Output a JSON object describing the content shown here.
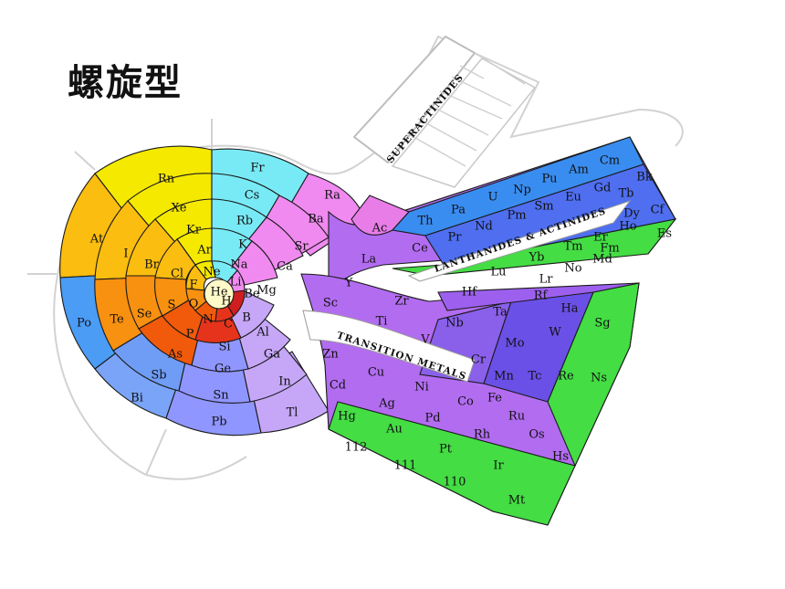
{
  "title": "螺旋型",
  "colors": {
    "noble_gas": "#f5e900",
    "halogen": "#fbbd0f",
    "chalcogen": "#f89010",
    "pnictogen": "#f05a0a",
    "carbon_group": "#e6341c",
    "boron_group": "#d01e1e",
    "alkali": "#78eaf5",
    "alkaline_earth": "#f08af0",
    "transition": "#b26cf0",
    "transition_dark": "#6a50e6",
    "lanthanide": "#5a8df0",
    "actinide": "#3aa0e8",
    "superheavy": "#44dd44",
    "post_transition": "#8fa8ff",
    "metalloid_blue": "#4a9cf5"
  },
  "bands": {
    "superactinides": "SUPERACTINIDES",
    "lanthanides_actinides": "LANTHANIDES & ACTINIDES",
    "transition_metals": "TRANSITION METALS"
  },
  "elements": {
    "center": [
      "H",
      "He",
      "Li",
      "Be",
      "B",
      "C",
      "N",
      "O",
      "F",
      "Ne"
    ],
    "ring2": [
      "Na",
      "Mg",
      "Al",
      "Si",
      "P",
      "S",
      "Cl",
      "Ar"
    ],
    "ring3": [
      "K",
      "Ca",
      "Ga",
      "Ge",
      "As",
      "Se",
      "Br",
      "Kr"
    ],
    "ring4": [
      "Rb",
      "Sr",
      "In",
      "Sn",
      "Sb",
      "Te",
      "I",
      "Xe"
    ],
    "ring5": [
      "Cs",
      "Ba",
      "Tl",
      "Pb",
      "Bi",
      "Po",
      "At",
      "Rn",
      "Fr",
      "Ra"
    ],
    "transition_row1": [
      "Sc",
      "Ti",
      "V",
      "Cr",
      "Mn",
      "Fe",
      "Co",
      "Ni",
      "Cu",
      "Zn"
    ],
    "transition_row2": [
      "Y",
      "Zr",
      "Nb",
      "Mo",
      "Tc",
      "Ru",
      "Rh",
      "Pd",
      "Ag",
      "Cd"
    ],
    "transition_row3": [
      "Lu",
      "Hf",
      "Ta",
      "W",
      "Re",
      "Os",
      "Ir",
      "Pt",
      "Au",
      "Hg"
    ],
    "transition_row4": [
      "Lr",
      "Rf",
      "Ha",
      "Sg",
      "Ns",
      "Hs",
      "Mt",
      "110",
      "111",
      "112"
    ],
    "lanthanides": [
      "La",
      "Ce",
      "Pr",
      "Nd",
      "Pm",
      "Sm",
      "Eu",
      "Gd",
      "Tb",
      "Dy",
      "Ho",
      "Er",
      "Tm",
      "Yb"
    ],
    "actinides": [
      "Ac",
      "Th",
      "Pa",
      "U",
      "Np",
      "Pu",
      "Am",
      "Cm",
      "Bk",
      "Cf",
      "Es",
      "Fm",
      "Md",
      "No"
    ]
  }
}
